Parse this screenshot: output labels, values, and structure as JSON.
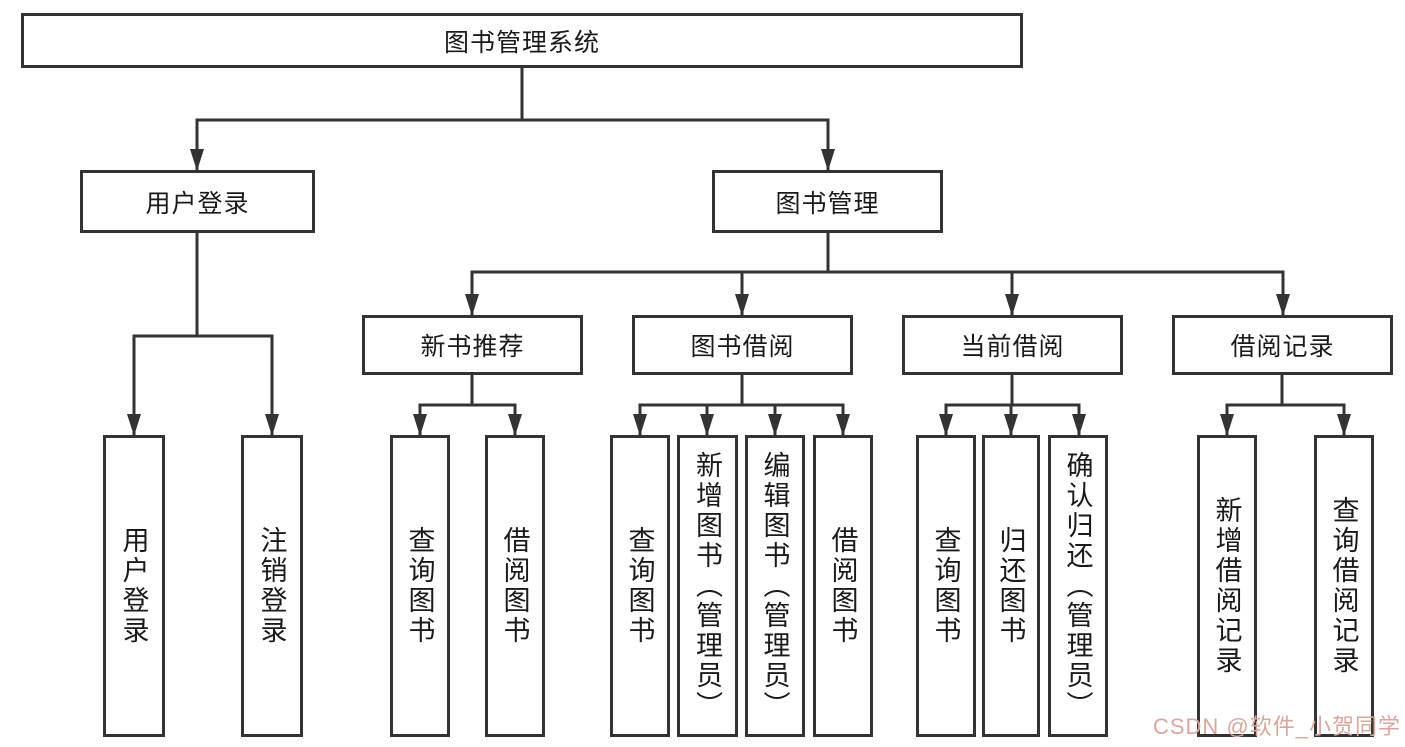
{
  "diagram_title": "图书管理系统",
  "nodes": {
    "root": {
      "label": "图书管理系统"
    },
    "user_login": {
      "label": "用户登录"
    },
    "book_management": {
      "label": "图书管理"
    },
    "new_book_recommend": {
      "label": "新书推荐"
    },
    "book_borrowing": {
      "label": "图书借阅"
    },
    "current_borrowing": {
      "label": "当前借阅"
    },
    "borrowing_records": {
      "label": "借阅记录"
    },
    "user_login_leaf": {
      "label": "用户登录"
    },
    "logout_leaf": {
      "label": "注销登录"
    },
    "query_books_1": {
      "label": "查询图书"
    },
    "borrow_books_1": {
      "label": "借阅图书"
    },
    "query_books_2": {
      "label": "查询图书"
    },
    "add_books_admin": {
      "label": "新增图书（管理员）"
    },
    "edit_books_admin": {
      "label": "编辑图书（管理员）"
    },
    "borrow_books_2": {
      "label": "借阅图书"
    },
    "query_books_3": {
      "label": "查询图书"
    },
    "return_books": {
      "label": "归还图书"
    },
    "confirm_return_admin": {
      "label": "确认归还（管理员）"
    },
    "add_borrow_record": {
      "label": "新增借阅记录"
    },
    "query_borrow_record": {
      "label": "查询借阅记录"
    }
  },
  "hierarchy": {
    "图书管理系统": {
      "用户登录": [
        "用户登录",
        "注销登录"
      ],
      "图书管理": {
        "新书推荐": [
          "查询图书",
          "借阅图书"
        ],
        "图书借阅": [
          "查询图书",
          "新增图书（管理员）",
          "编辑图书（管理员）",
          "借阅图书"
        ],
        "当前借阅": [
          "查询图书",
          "归还图书",
          "确认归还（管理员）"
        ],
        "借阅记录": [
          "新增借阅记录",
          "查询借阅记录"
        ]
      }
    }
  },
  "watermark": {
    "text": "CSDN @软件_小贺同学",
    "color": "#d9a69e"
  },
  "colors": {
    "line": "#333333",
    "node_border": "#333333",
    "node_text": "#1a1a1a",
    "background": "#ffffff"
  }
}
